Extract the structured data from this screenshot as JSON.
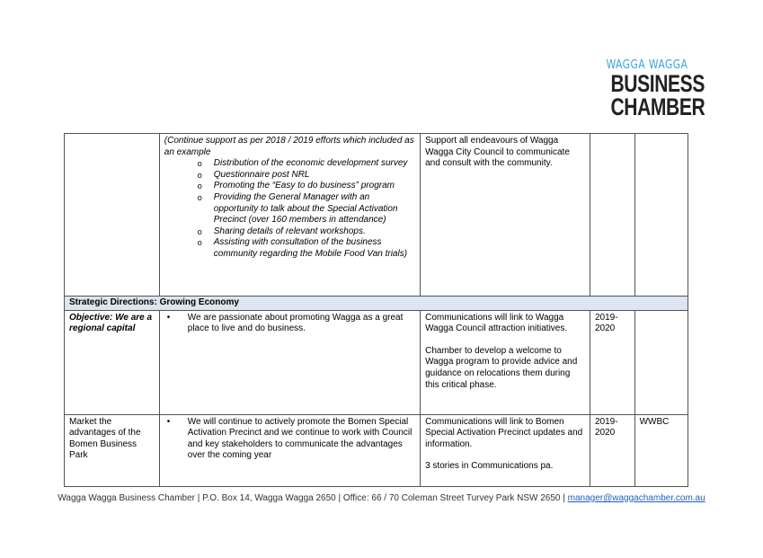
{
  "logo": {
    "top": "WAGGA WAGGA",
    "line1": "BUSINESS",
    "line2": "CHAMBER"
  },
  "row_continue": {
    "intro": "(Continue support as per 2018 / 2019 efforts which included as an example",
    "items": [
      "Distribution of the economic development survey",
      "Questionnaire post NRL",
      "Promoting the “Easy to do business” program",
      "Providing the General Manager with an opportunity to talk about the Special Activation Precinct (over 160 members in attendance)",
      "Sharing details of relevant workshops.",
      "Assisting with consultation of the business community regarding the Mobile Food Van trials)"
    ],
    "support": "Support all endeavours of Wagga Wagga City Council to communicate and consult with the community."
  },
  "section": {
    "title": "Strategic Directions: Growing Economy"
  },
  "row_capital": {
    "objective": "Objective: We are a regional capital",
    "action": "We are passionate about promoting Wagga as a great place to live and do business.",
    "comm1": "Communications will link to Wagga Wagga Council attraction initiatives.",
    "comm2": "Chamber to develop a welcome to Wagga program to provide advice and guidance on relocations them during this critical phase.",
    "year": "2019-2020",
    "who": ""
  },
  "row_bomen": {
    "objective": "Market the advantages of the Bomen Business Park",
    "action": "We will continue to actively promote the Bomen Special Activation Precinct and we continue to work with Council and key stakeholders to communicate the advantages over the coming year",
    "comm1": "Communications will link to Bomen Special Activation Precinct updates and information.",
    "comm2": "3 stories in Communications pa.",
    "year": "2019-2020",
    "who": "WWBC"
  },
  "footer": {
    "text": "Wagga Wagga Business Chamber | P.O. Box 14, Wagga Wagga 2650 | Office: 66 / 70 Coleman Street Turvey Park NSW 2650 | ",
    "email": "manager@waggachamber.com.au"
  }
}
